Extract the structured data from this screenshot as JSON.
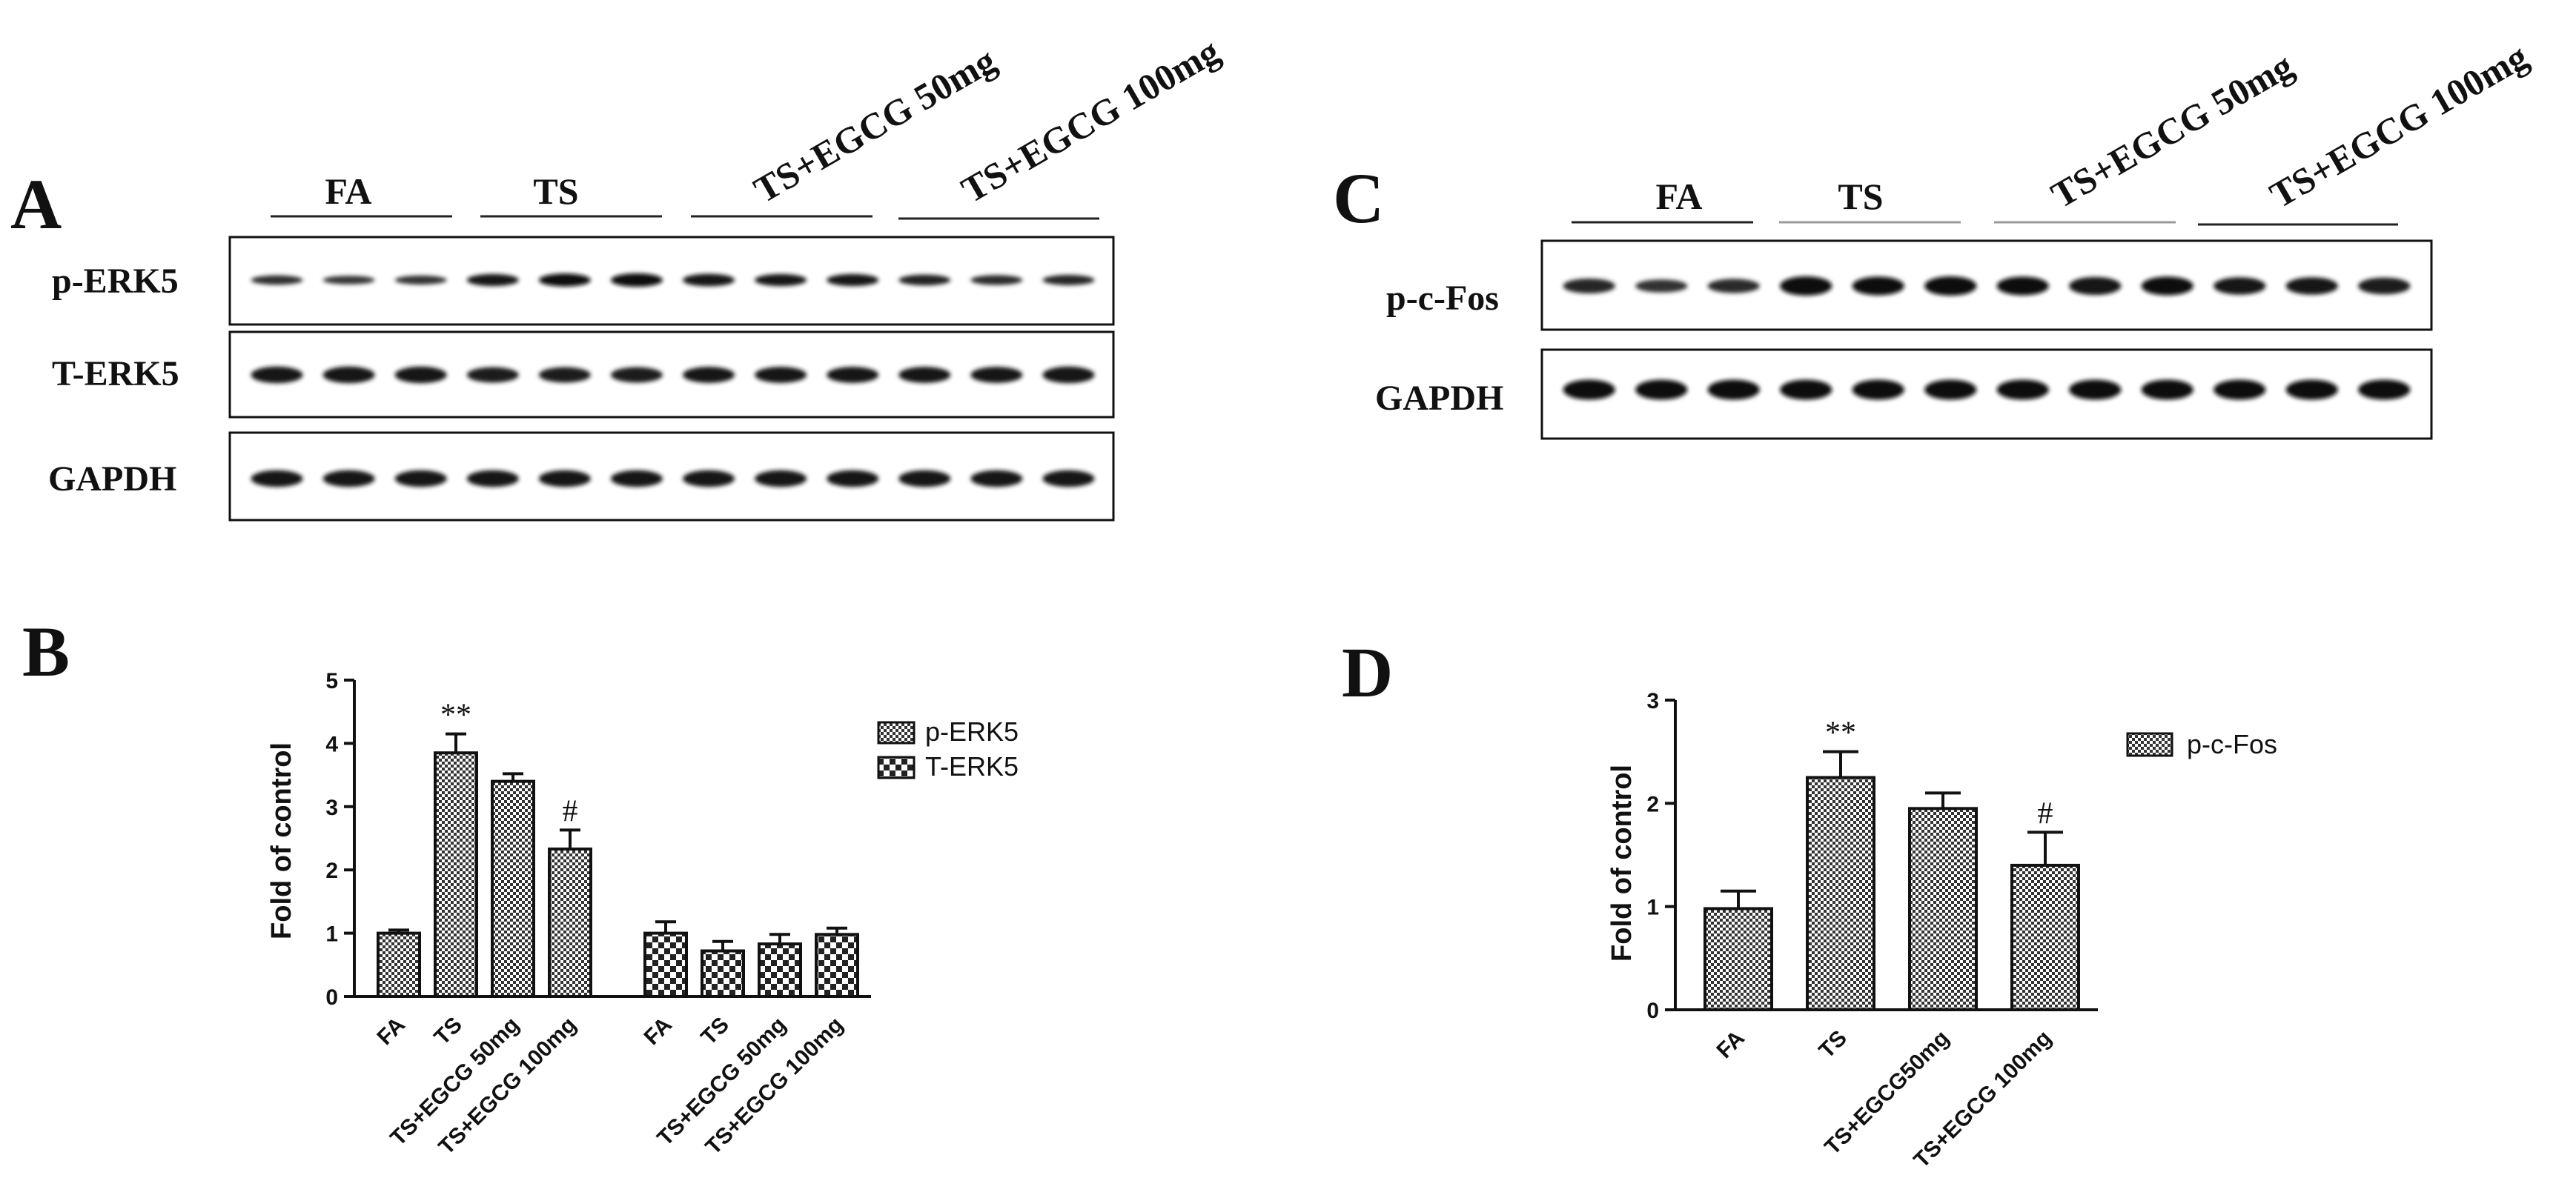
{
  "panels": {
    "A": "A",
    "B": "B",
    "C": "C",
    "D": "D"
  },
  "blot_A": {
    "group_labels": [
      "FA",
      "TS",
      "TS+EGCG 50mg",
      "TS+EGCG 100mg"
    ],
    "rows": [
      {
        "label": "p-ERK5",
        "band_intensity": [
          0.55,
          0.45,
          0.5,
          0.85,
          0.95,
          1.0,
          0.9,
          0.85,
          0.85,
          0.7,
          0.6,
          0.65
        ]
      },
      {
        "label": "T-ERK5",
        "band_intensity": [
          0.9,
          0.9,
          0.9,
          0.8,
          0.8,
          0.8,
          0.85,
          0.85,
          0.85,
          0.85,
          0.85,
          0.9
        ]
      },
      {
        "label": "GAPDH",
        "band_intensity": [
          0.9,
          0.9,
          0.9,
          0.9,
          0.9,
          0.9,
          0.9,
          0.9,
          0.9,
          0.9,
          0.9,
          0.9
        ]
      }
    ]
  },
  "blot_C": {
    "group_labels": [
      "FA",
      "TS",
      "TS+EGCG 50mg",
      "TS+EGCG 100mg"
    ],
    "rows": [
      {
        "label": "p-c-Fos",
        "band_intensity": [
          0.65,
          0.5,
          0.6,
          1.0,
          0.95,
          1.0,
          0.95,
          0.9,
          0.95,
          0.85,
          0.85,
          0.8
        ]
      },
      {
        "label": "GAPDH",
        "band_intensity": [
          0.95,
          0.95,
          0.95,
          0.95,
          0.95,
          0.95,
          0.95,
          0.95,
          0.95,
          0.95,
          0.95,
          0.95
        ]
      }
    ]
  },
  "chart_data": [
    {
      "panel": "B",
      "type": "bar",
      "ylabel": "Fold of control",
      "ylim": [
        0,
        5
      ],
      "yticks": [
        0,
        1,
        2,
        3,
        4,
        5
      ],
      "legend_position": "right",
      "series": [
        {
          "name": "p-ERK5",
          "categories": [
            "FA",
            "TS",
            "TS+EGCG 50mg",
            "TS+EGCG 100mg"
          ],
          "values": [
            1.0,
            3.85,
            3.4,
            2.33
          ],
          "errors": [
            0.05,
            0.3,
            0.12,
            0.3
          ],
          "annotations": [
            "",
            "**",
            "",
            "#"
          ]
        },
        {
          "name": "T-ERK5",
          "categories": [
            "FA",
            "TS",
            "TS+EGCG 50mg",
            "TS+EGCG 100mg"
          ],
          "values": [
            1.0,
            0.72,
            0.83,
            0.98
          ],
          "errors": [
            0.18,
            0.15,
            0.15,
            0.1
          ],
          "annotations": [
            "",
            "",
            "",
            ""
          ]
        }
      ]
    },
    {
      "panel": "D",
      "type": "bar",
      "ylabel": "Fold of control",
      "ylim": [
        0,
        3
      ],
      "yticks": [
        0,
        1,
        2,
        3
      ],
      "legend_position": "right",
      "series": [
        {
          "name": "p-c-Fos",
          "categories": [
            "FA",
            "TS",
            "TS+EGCG50mg",
            "TS+EGCG 100mg"
          ],
          "values": [
            0.98,
            2.25,
            1.95,
            1.4
          ],
          "errors": [
            0.17,
            0.25,
            0.15,
            0.32
          ],
          "annotations": [
            "",
            "**",
            "",
            "#"
          ]
        }
      ]
    }
  ]
}
